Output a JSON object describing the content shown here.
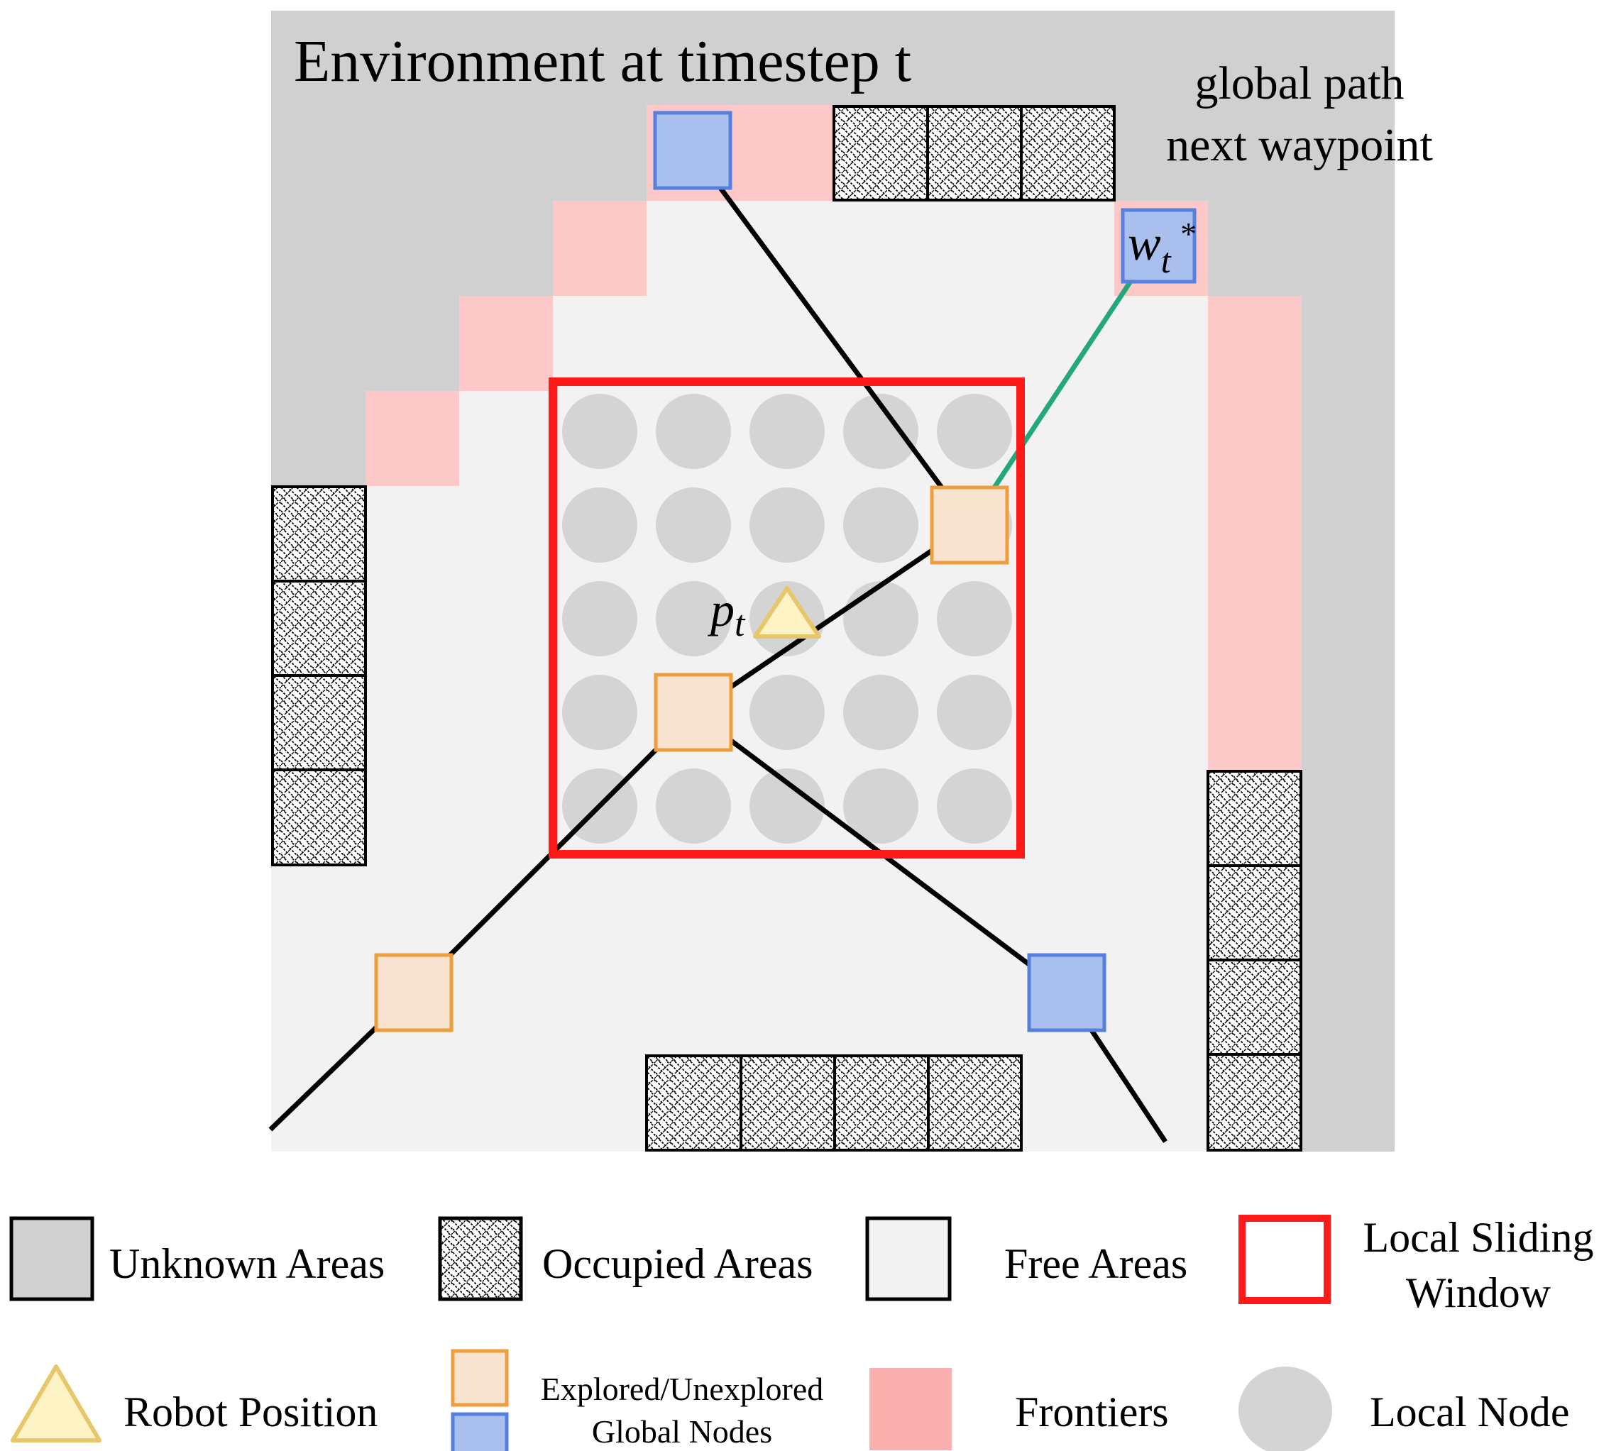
{
  "title": "Environment at timestep t",
  "annotations": {
    "global_path_line1": "global path",
    "global_path_line2": "next waypoint",
    "waypoint_symbol": "w",
    "waypoint_subscript": "t",
    "waypoint_superscript": "*",
    "robot_symbol": "p",
    "robot_subscript": "t"
  },
  "legend": {
    "unknown": "Unknown Areas",
    "occupied": "Occupied Areas",
    "free": "Free Areas",
    "window_line1": "Local Sliding",
    "window_line2": "Window",
    "robot": "Robot Position",
    "global_nodes_line1": "Explored/Unexplored",
    "global_nodes_line2": "Global Nodes",
    "frontiers": "Frontiers",
    "local_node": "Local Node"
  },
  "colors": {
    "unknown": "#d0d0d0",
    "free": "#f2f2f2",
    "frontier": "#fcc8c8",
    "frontier_legend": "#fbb0b0",
    "window": "#ff1a1a",
    "local_node": "#d4d4d4",
    "explored_fill": "#f8e3d0",
    "explored_stroke": "#ee9e3c",
    "unexplored_fill": "#a9c0ef",
    "unexplored_stroke": "#5580dd",
    "robot_fill": "#fdf3c5",
    "robot_stroke": "#e8c66a",
    "path": "#000000",
    "global_path": "#22a87a"
  }
}
